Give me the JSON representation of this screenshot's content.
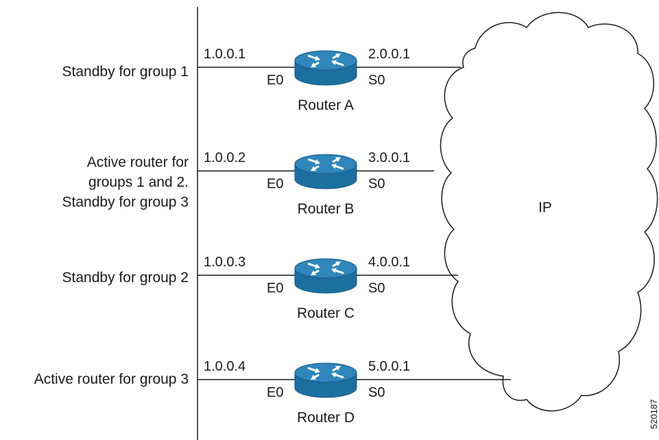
{
  "cloud": {
    "label": "IP"
  },
  "figure_id": "520187",
  "routers": [
    {
      "name": "Router A",
      "lan_ip": "1.0.0.1",
      "wan_ip": "2.0.0.1",
      "lan_if": "E0",
      "wan_if": "S0",
      "role_lines": [
        "Standby for group 1"
      ]
    },
    {
      "name": "Router B",
      "lan_ip": "1.0.0.2",
      "wan_ip": "3.0.0.1",
      "lan_if": "E0",
      "wan_if": "S0",
      "role_lines": [
        "Active router for",
        "groups 1 and 2.",
        "Standby for group 3"
      ]
    },
    {
      "name": "Router C",
      "lan_ip": "1.0.0.3",
      "wan_ip": "4.0.0.1",
      "lan_if": "E0",
      "wan_if": "S0",
      "role_lines": [
        "Standby for group 2"
      ]
    },
    {
      "name": "Router D",
      "lan_ip": "1.0.0.4",
      "wan_ip": "5.0.0.1",
      "lan_if": "E0",
      "wan_if": "S0",
      "role_lines": [
        "Active router for group 3"
      ]
    }
  ],
  "colors": {
    "router_body": "#1d6fa0",
    "router_top": "#2f86bb",
    "router_arrows": "#ffffff",
    "lines": "#1a1a1a"
  }
}
